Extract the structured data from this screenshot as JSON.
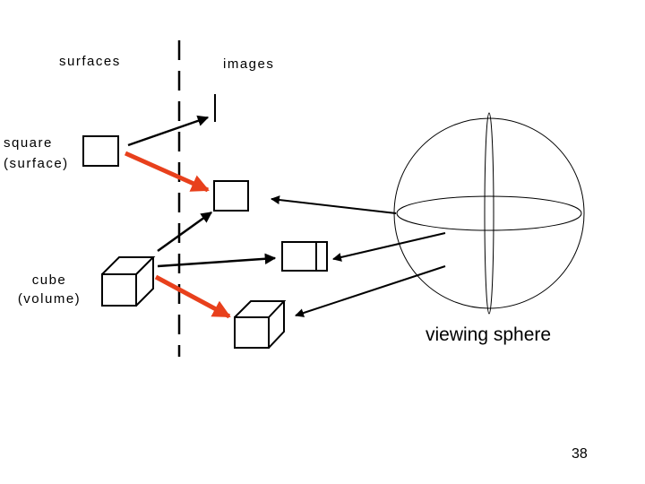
{
  "diagram": {
    "labels": {
      "surfaces": "surfaces",
      "images": "images",
      "square_line1": "square",
      "square_line2": "(surface)",
      "cube_line1": "cube",
      "cube_line2": "(volume)",
      "viewing_sphere": "viewing sphere"
    },
    "page_number": "38",
    "colors": {
      "ink": "#000000",
      "highlight_arrow": "#e8401c"
    }
  }
}
